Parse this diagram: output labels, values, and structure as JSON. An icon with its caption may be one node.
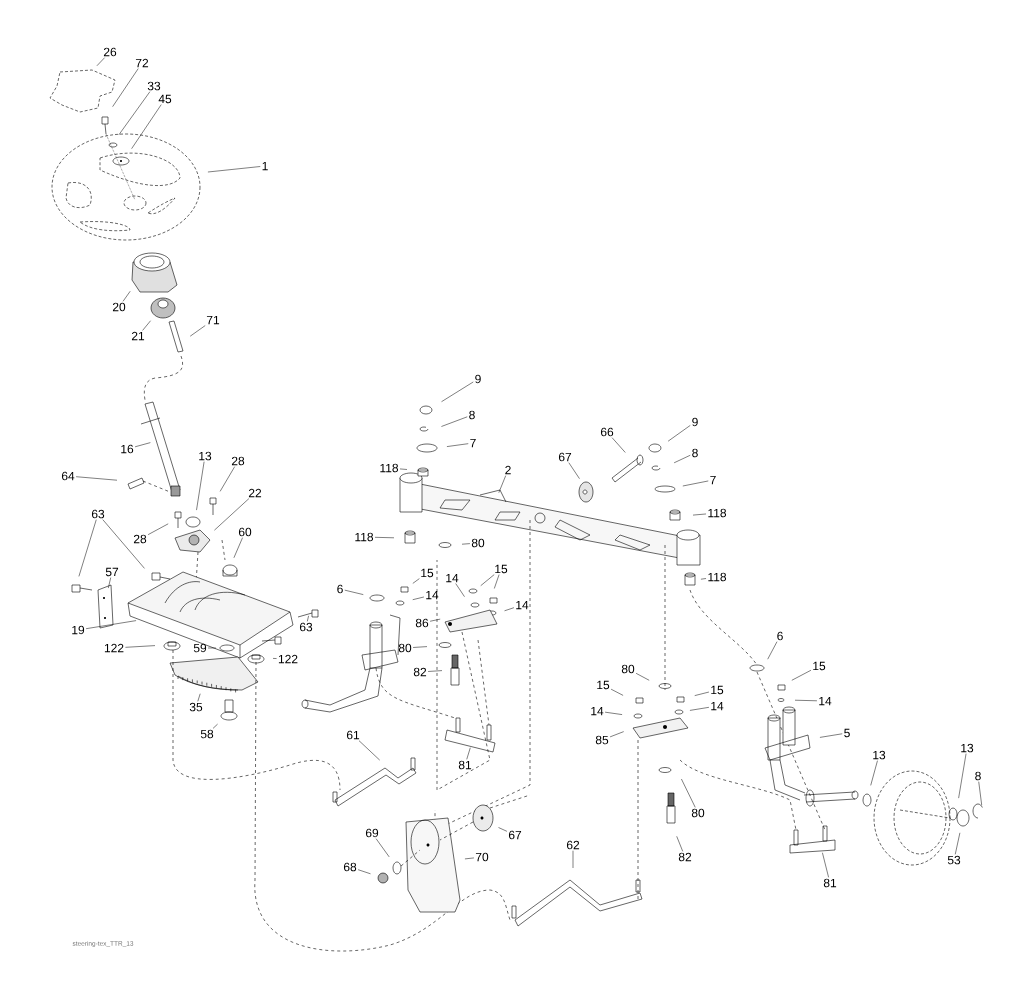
{
  "diagram": {
    "nodes": [
      {
        "text": [
          "26"
        ]
      },
      {
        "text": [
          "72"
        ]
      },
      {
        "text": [
          "33"
        ]
      },
      {
        "text": [
          "45"
        ]
      },
      {
        "text": [
          "1"
        ]
      },
      {
        "text": [
          "20"
        ]
      },
      {
        "text": [
          "21"
        ]
      },
      {
        "text": [
          "71"
        ]
      },
      {
        "text": [
          "16"
        ]
      },
      {
        "text": [
          "13"
        ]
      },
      {
        "text": [
          "28"
        ]
      },
      {
        "text": [
          "64"
        ]
      },
      {
        "text": [
          "22"
        ]
      },
      {
        "text": [
          "28"
        ]
      },
      {
        "text": [
          "63"
        ]
      },
      {
        "text": [
          "60"
        ]
      },
      {
        "text": [
          "57"
        ]
      },
      {
        "text": [
          "19"
        ]
      },
      {
        "text": [
          "63"
        ]
      },
      {
        "text": [
          "122"
        ]
      },
      {
        "text": [
          "59"
        ]
      },
      {
        "text": [
          "122"
        ]
      },
      {
        "text": [
          "35"
        ]
      },
      {
        "text": [
          "58"
        ]
      },
      {
        "text": [
          "9"
        ]
      },
      {
        "text": [
          "8"
        ]
      },
      {
        "text": [
          "7"
        ]
      },
      {
        "text": [
          "118"
        ]
      },
      {
        "text": [
          "2"
        ]
      },
      {
        "text": [
          "67"
        ]
      },
      {
        "text": [
          "66"
        ]
      },
      {
        "text": [
          "9"
        ]
      },
      {
        "text": [
          "8"
        ]
      },
      {
        "text": [
          "7"
        ]
      },
      {
        "text": [
          "118"
        ]
      },
      {
        "text": [
          "118"
        ]
      },
      {
        "text": [
          "80"
        ]
      },
      {
        "text": [
          "118"
        ]
      },
      {
        "text": [
          "15"
        ]
      },
      {
        "text": [
          "6"
        ]
      },
      {
        "text": [
          "14"
        ]
      },
      {
        "text": [
          "14"
        ]
      },
      {
        "text": [
          "15"
        ]
      },
      {
        "text": [
          "14"
        ]
      },
      {
        "text": [
          "86"
        ]
      },
      {
        "text": [
          "80"
        ]
      },
      {
        "text": [
          "82"
        ]
      },
      {
        "text": [
          "61"
        ]
      },
      {
        "text": [
          "81"
        ]
      },
      {
        "text": [
          "80"
        ]
      },
      {
        "text": [
          "15"
        ]
      },
      {
        "text": [
          "15"
        ]
      },
      {
        "text": [
          "14"
        ]
      },
      {
        "text": [
          "14"
        ]
      },
      {
        "text": [
          "85"
        ]
      },
      {
        "text": [
          "80"
        ]
      },
      {
        "text": [
          "82"
        ]
      },
      {
        "text": [
          "67"
        ]
      },
      {
        "text": [
          "62"
        ]
      },
      {
        "text": [
          "69"
        ]
      },
      {
        "text": [
          "70"
        ]
      },
      {
        "text": [
          "68"
        ]
      },
      {
        "text": [
          "6"
        ]
      },
      {
        "text": [
          "15"
        ]
      },
      {
        "text": [
          "14"
        ]
      },
      {
        "text": [
          "5"
        ]
      },
      {
        "text": [
          "13"
        ]
      },
      {
        "text": [
          "13"
        ]
      },
      {
        "text": [
          "8"
        ]
      },
      {
        "text": [
          "53"
        ]
      },
      {
        "text": [
          "81"
        ]
      }
    ],
    "edges": [
      {
        "from": 0,
        "to": null,
        "arrow": "none"
      },
      {
        "from": 1,
        "to": null,
        "arrow": "none"
      },
      {
        "from": 2,
        "to": null,
        "arrow": "none"
      },
      {
        "from": 3,
        "to": null,
        "arrow": "none"
      },
      {
        "from": 4,
        "to": null,
        "arrow": "none"
      },
      {
        "from": 5,
        "to": null,
        "arrow": "none"
      },
      {
        "from": 6,
        "to": null,
        "arrow": "none"
      },
      {
        "from": 7,
        "to": null,
        "arrow": "none"
      },
      {
        "from": 8,
        "to": null,
        "arrow": "none"
      },
      {
        "from": 9,
        "to": null,
        "arrow": "none"
      },
      {
        "from": 10,
        "to": null,
        "arrow": "none"
      },
      {
        "from": 11,
        "to": null,
        "arrow": "none"
      },
      {
        "from": 12,
        "to": null,
        "arrow": "none"
      },
      {
        "from": 13,
        "to": null,
        "arrow": "none"
      },
      {
        "from": 14,
        "to": null,
        "arrow": "none"
      },
      {
        "from": 14,
        "to": null,
        "arrow": "none"
      },
      {
        "from": 15,
        "to": null,
        "arrow": "none"
      },
      {
        "from": 16,
        "to": null,
        "arrow": "none"
      },
      {
        "from": 17,
        "to": null,
        "arrow": "none"
      },
      {
        "from": 18,
        "to": null,
        "arrow": "none"
      },
      {
        "from": 19,
        "to": null,
        "arrow": "none"
      },
      {
        "from": 20,
        "to": null,
        "arrow": "none"
      },
      {
        "from": 21,
        "to": null,
        "arrow": "none"
      },
      {
        "from": 22,
        "to": null,
        "arrow": "none"
      },
      {
        "from": 23,
        "to": null,
        "arrow": "none"
      },
      {
        "from": 24,
        "to": null,
        "arrow": "none"
      },
      {
        "from": 25,
        "to": null,
        "arrow": "none"
      },
      {
        "from": 26,
        "to": null,
        "arrow": "none"
      },
      {
        "from": 27,
        "to": null,
        "arrow": "none"
      },
      {
        "from": 28,
        "to": null,
        "arrow": "none"
      },
      {
        "from": 29,
        "to": null,
        "arrow": "none"
      },
      {
        "from": 30,
        "to": null,
        "arrow": "none"
      },
      {
        "from": 31,
        "to": null,
        "arrow": "none"
      },
      {
        "from": 32,
        "to": null,
        "arrow": "none"
      },
      {
        "from": 33,
        "to": null,
        "arrow": "none"
      },
      {
        "from": 34,
        "to": null,
        "arrow": "none"
      },
      {
        "from": 35,
        "to": null,
        "arrow": "none"
      },
      {
        "from": 36,
        "to": null,
        "arrow": "none"
      },
      {
        "from": 37,
        "to": null,
        "arrow": "none"
      },
      {
        "from": 38,
        "to": null,
        "arrow": "none"
      },
      {
        "from": 39,
        "to": null,
        "arrow": "none"
      },
      {
        "from": 40,
        "to": null,
        "arrow": "none"
      },
      {
        "from": 41,
        "to": null,
        "arrow": "none"
      },
      {
        "from": 42,
        "to": null,
        "arrow": "none"
      },
      {
        "from": 42,
        "to": null,
        "arrow": "none"
      },
      {
        "from": 43,
        "to": null,
        "arrow": "none"
      },
      {
        "from": 44,
        "to": null,
        "arrow": "none"
      },
      {
        "from": 45,
        "to": null,
        "arrow": "none"
      },
      {
        "from": 46,
        "to": null,
        "arrow": "none"
      },
      {
        "from": 47,
        "to": null,
        "arrow": "none"
      },
      {
        "from": 48,
        "to": null,
        "arrow": "none"
      },
      {
        "from": 49,
        "to": null,
        "arrow": "none"
      },
      {
        "from": 50,
        "to": null,
        "arrow": "none"
      },
      {
        "from": 51,
        "to": null,
        "arrow": "none"
      },
      {
        "from": 52,
        "to": null,
        "arrow": "none"
      },
      {
        "from": 53,
        "to": null,
        "arrow": "none"
      },
      {
        "from": 54,
        "to": null,
        "arrow": "none"
      },
      {
        "from": 55,
        "to": null,
        "arrow": "none"
      },
      {
        "from": 56,
        "to": null,
        "arrow": "none"
      },
      {
        "from": 57,
        "to": null,
        "arrow": "none"
      },
      {
        "from": 58,
        "to": null,
        "arrow": "none"
      },
      {
        "from": 59,
        "to": null,
        "arrow": "none"
      },
      {
        "from": 60,
        "to": null,
        "arrow": "none"
      },
      {
        "from": 61,
        "to": null,
        "arrow": "none"
      },
      {
        "from": 62,
        "to": null,
        "arrow": "none"
      },
      {
        "from": 63,
        "to": null,
        "arrow": "none"
      },
      {
        "from": 64,
        "to": null,
        "arrow": "none"
      },
      {
        "from": 65,
        "to": null,
        "arrow": "none"
      },
      {
        "from": 66,
        "to": null,
        "arrow": "none"
      },
      {
        "from": 67,
        "to": null,
        "arrow": "none"
      },
      {
        "from": 68,
        "to": null,
        "arrow": "none"
      },
      {
        "from": 69,
        "to": null,
        "arrow": "none"
      },
      {
        "from": 70,
        "to": null,
        "arrow": "none"
      }
    ],
    "labels": [
      "steering-tex_TTR_13"
    ]
  }
}
